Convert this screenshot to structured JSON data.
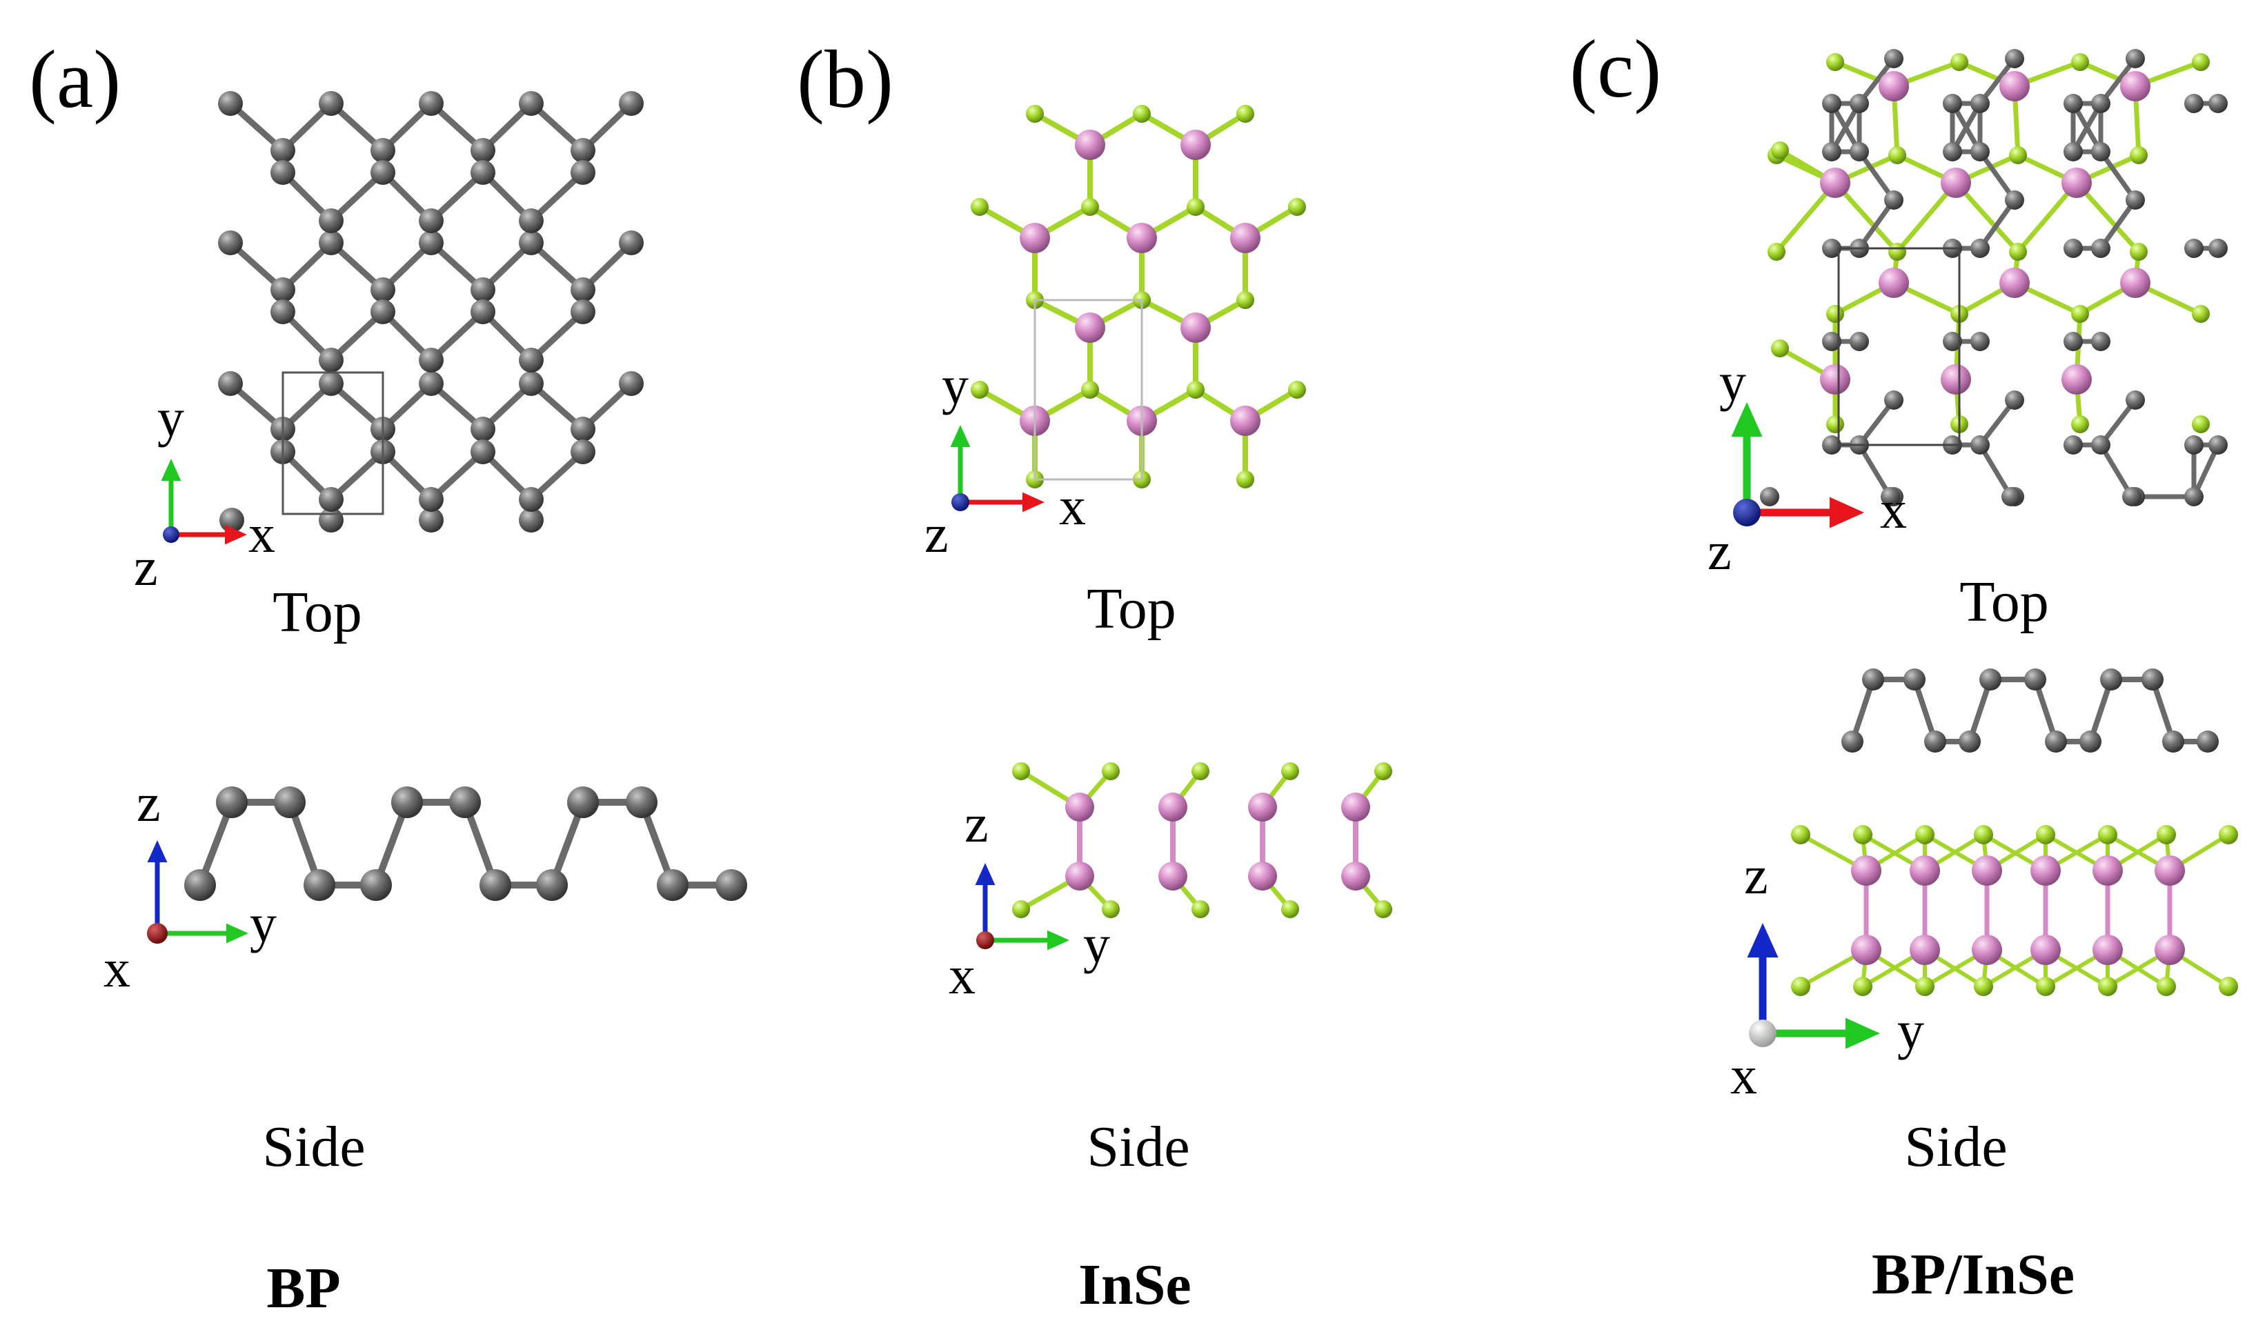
{
  "panels": [
    {
      "id": "a",
      "label": "(a)",
      "top_caption": "Top",
      "side_caption": "Side",
      "material": "BP",
      "top_axes": {
        "v": "y",
        "h": "x",
        "o": "z"
      },
      "side_axes": {
        "v": "z",
        "h": "y",
        "o": "x"
      }
    },
    {
      "id": "b",
      "label": "(b)",
      "top_caption": "Top",
      "side_caption": "Side",
      "material": "InSe",
      "top_axes": {
        "v": "y",
        "h": "x",
        "o": "z"
      },
      "side_axes": {
        "v": "z",
        "h": "y",
        "o": "x"
      }
    },
    {
      "id": "c",
      "label": "(c)",
      "top_caption": "Top",
      "side_caption": "Side",
      "material": "BP/InSe",
      "top_axes": {
        "v": "y",
        "h": "x",
        "o": "z"
      },
      "side_axes": {
        "v": "z",
        "h": "y",
        "o": "x"
      }
    }
  ],
  "atom_colors": {
    "P": "#6a6a6a",
    "In": "#d58ac6",
    "Se": "#a4d62a"
  },
  "axis_colors": {
    "x": "#e8141c",
    "y": "#22c822",
    "z": "#1428c8",
    "origin_top": "#0a1a80",
    "origin_side": "#8a0f0f",
    "origin_side_c": "#e6e6e6"
  }
}
